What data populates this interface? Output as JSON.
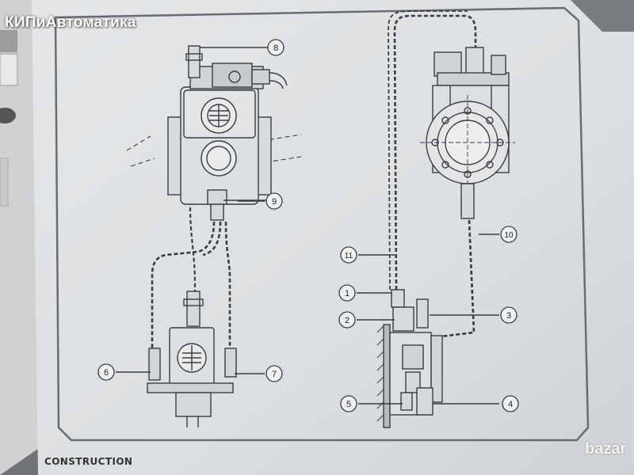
{
  "watermark": "КИПиАвтоматика",
  "section_title": "CONSTRUCTION",
  "logo": "bazar",
  "callouts": [
    "1",
    "2",
    "3",
    "4",
    "5",
    "6",
    "7",
    "8",
    "9",
    "10",
    "11"
  ]
}
